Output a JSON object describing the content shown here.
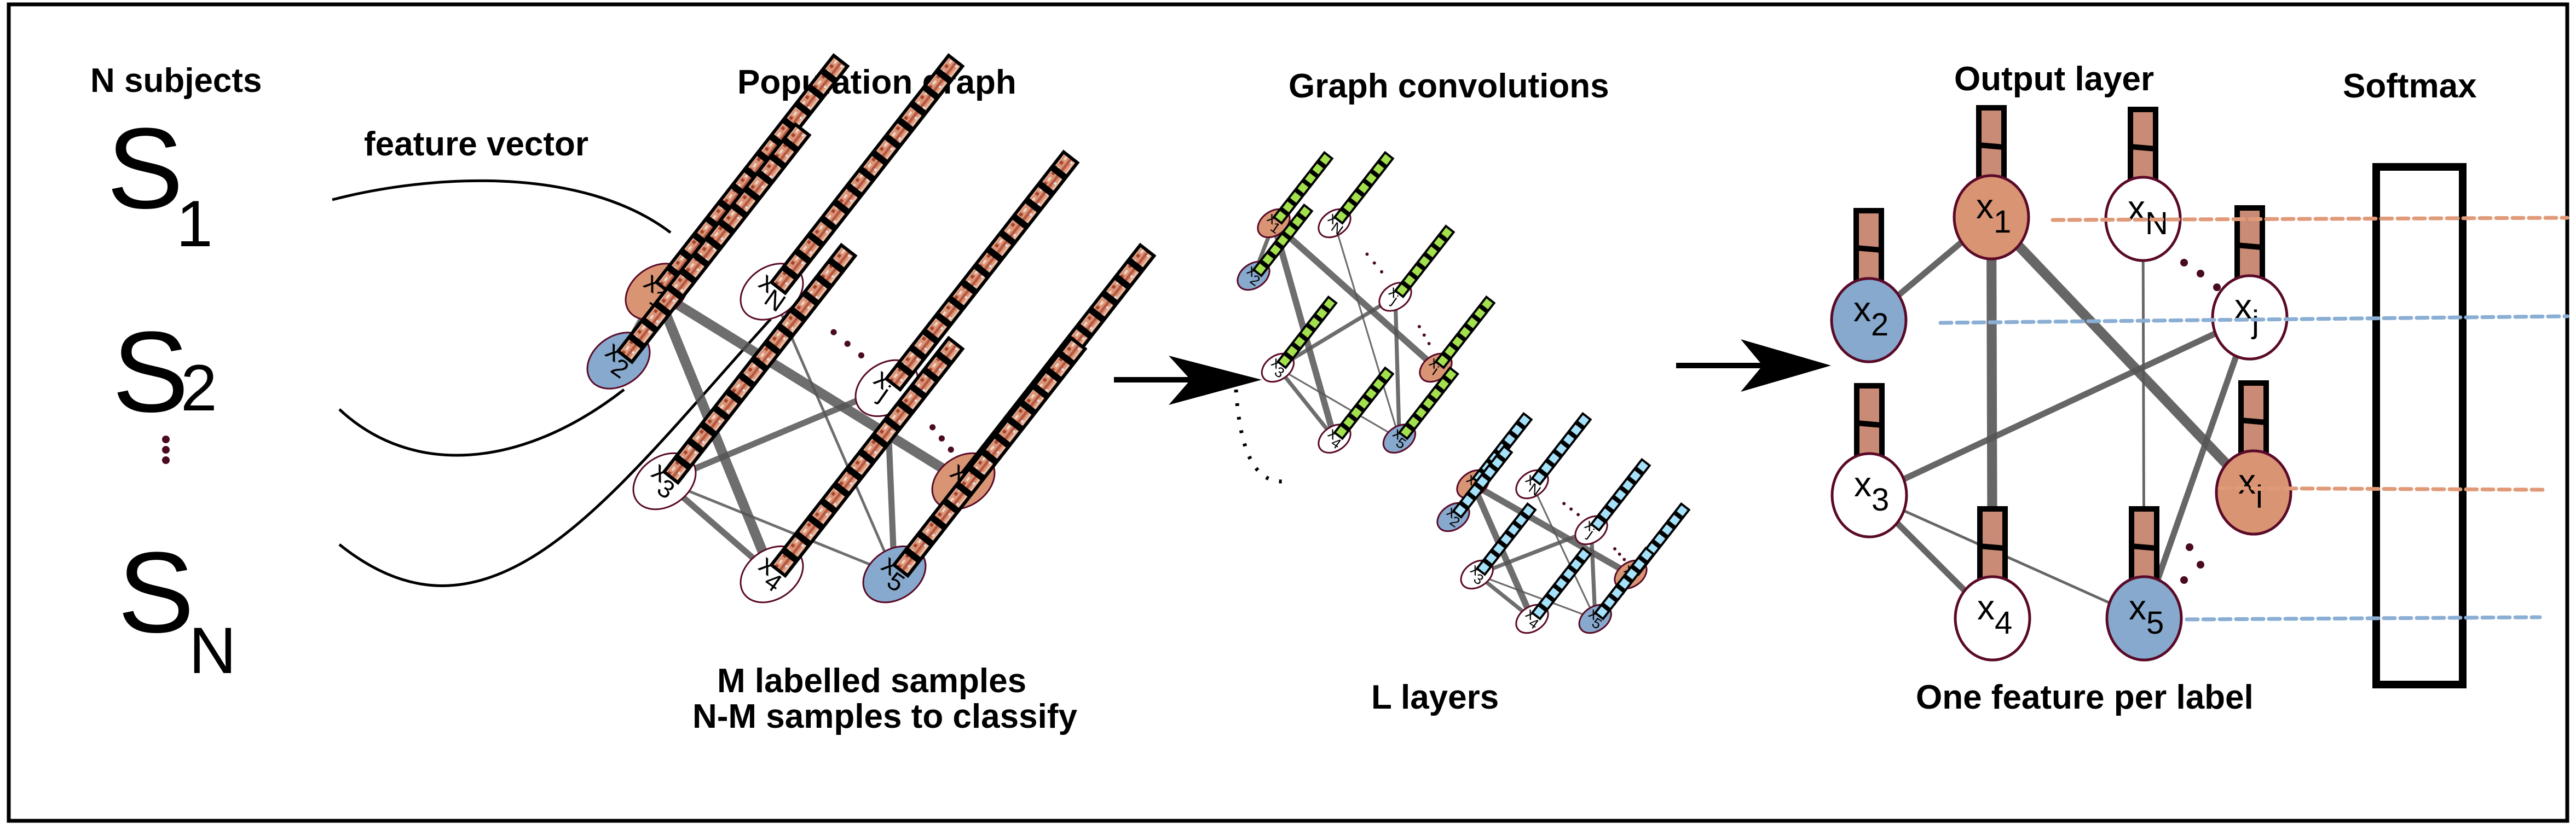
{
  "colors": {
    "labelled_orange": "#d99473",
    "labelled_blue": "#87a9cd",
    "unlabelled": "#ffffff",
    "node_outline": "#5a0a28",
    "edge": "#555555",
    "feature_orange": "#d08a6c",
    "feature_dark": "#a8432a",
    "layer1_green": "#a3e04d",
    "layerL_blue": "#a6e1fa",
    "output_feature": "#c98a76",
    "dash_orange": "#e09a78",
    "dash_blue": "#8aaed4",
    "dots": "#4a0a20"
  },
  "subjects": {
    "heading": "N subjects",
    "items": [
      {
        "letter": "S",
        "sub": "1"
      },
      {
        "letter": "S",
        "sub": "2"
      },
      {
        "letter": "S",
        "sub": "N"
      }
    ],
    "ellipsis": "⋮",
    "feature_vector_label": "feature vector"
  },
  "population_graph": {
    "title": "Population graph",
    "caption_line1": "M labelled samples",
    "caption_line2": "N-M samples to classify",
    "nodes": [
      {
        "id": "x1",
        "base": "x",
        "sub": "1",
        "class": "orange"
      },
      {
        "id": "x2",
        "base": "x",
        "sub": "2",
        "class": "blue"
      },
      {
        "id": "xN",
        "base": "x",
        "sub": "N",
        "class": "unlabelled"
      },
      {
        "id": "xj",
        "base": "x",
        "sub": "j",
        "class": "unlabelled"
      },
      {
        "id": "x3",
        "base": "x",
        "sub": "3",
        "class": "unlabelled"
      },
      {
        "id": "xi",
        "base": "x",
        "sub": "i",
        "class": "orange"
      },
      {
        "id": "x4",
        "base": "x",
        "sub": "4",
        "class": "unlabelled"
      },
      {
        "id": "x5",
        "base": "x",
        "sub": "5",
        "class": "blue"
      }
    ],
    "edges": [
      {
        "from": "x1",
        "to": "x2",
        "weight": "medium"
      },
      {
        "from": "x1",
        "to": "x4",
        "weight": "heavy"
      },
      {
        "from": "x1",
        "to": "xi",
        "weight": "heavy"
      },
      {
        "from": "xN",
        "to": "x5",
        "weight": "light"
      },
      {
        "from": "xj",
        "to": "x3",
        "weight": "medium"
      },
      {
        "from": "xj",
        "to": "x5",
        "weight": "medium"
      },
      {
        "from": "x3",
        "to": "x4",
        "weight": "medium"
      },
      {
        "from": "x3",
        "to": "x5",
        "weight": "light"
      }
    ],
    "feature_cells": 14
  },
  "graph_convolutions": {
    "title": "Graph convolutions",
    "caption": "L layers",
    "layer1_cells": 7,
    "layerL_cells": 7
  },
  "output_layer": {
    "title": "Output layer",
    "caption": "One feature per label",
    "cells_per_node": 2
  },
  "softmax": {
    "title": "Softmax"
  }
}
